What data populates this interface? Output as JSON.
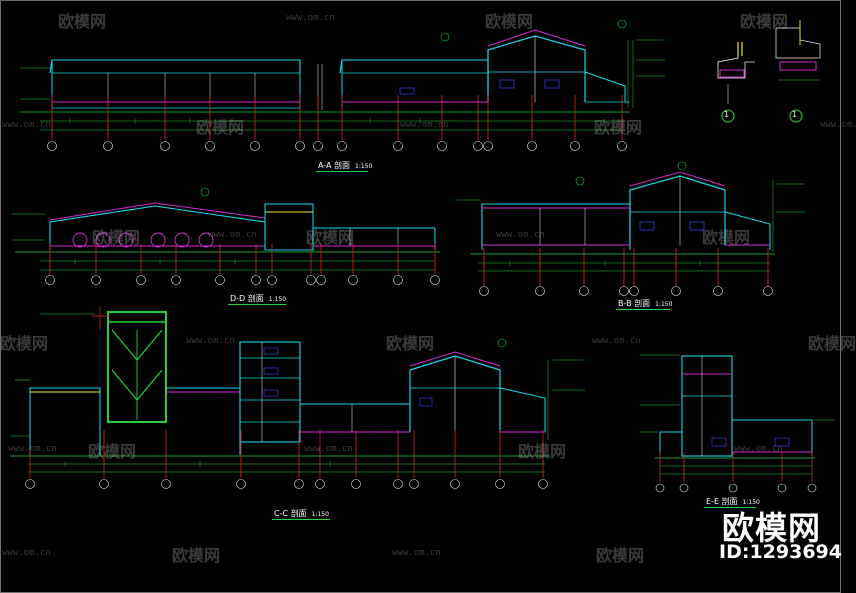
{
  "sections": {
    "aa": {
      "title": "A-A 剖面",
      "scale": "1:150"
    },
    "dd": {
      "title": "D-D 剖面",
      "scale": "1:150"
    },
    "bb": {
      "title": "B-B 剖面",
      "scale": "1:150"
    },
    "cc": {
      "title": "C-C 剖面",
      "scale": "1:150"
    },
    "ee": {
      "title": "E-E 剖面",
      "scale": "1:150"
    }
  },
  "details": {
    "d1": "1",
    "d2": "1"
  },
  "watermark": {
    "brand": "欧模网",
    "url": "www.om.cn"
  },
  "brand": {
    "name": "欧模网",
    "id": "ID:1293694"
  },
  "colors": {
    "green": "#22d33a",
    "cyan": "#18d8e8",
    "magenta": "#d62bd6",
    "red": "#e02424",
    "yellow": "#e8e81e",
    "white": "#f2f2f2",
    "blue": "#3a3ae8"
  }
}
